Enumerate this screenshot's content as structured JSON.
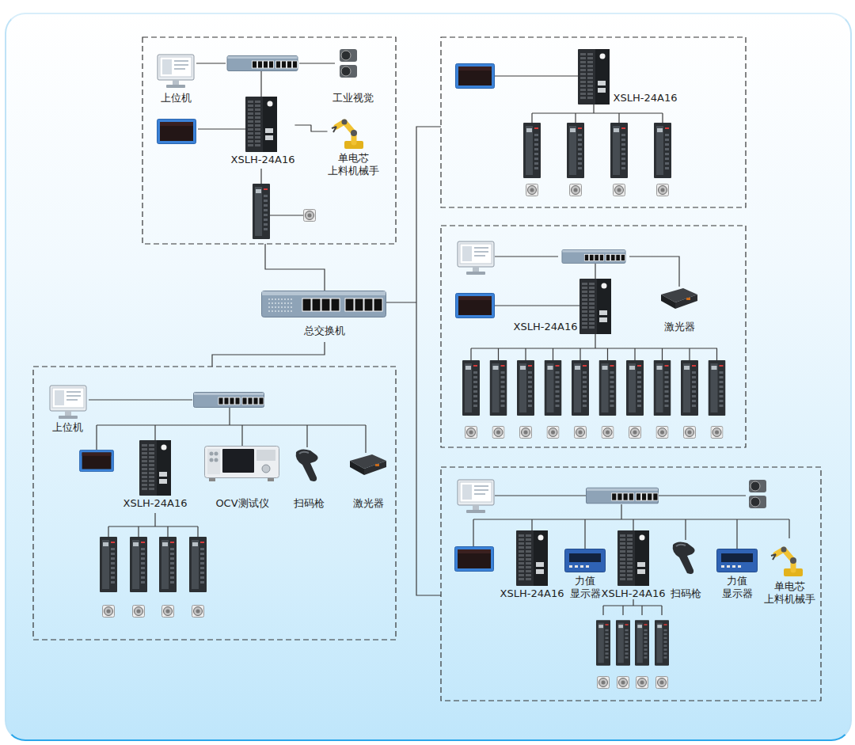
{
  "diagram": {
    "nodes": [
      {
        "text": [
          "上位机"
        ]
      },
      {
        "text": [
          "工业视觉"
        ]
      },
      {
        "text": [
          "XSLH-24A16"
        ]
      },
      {
        "text": [
          "单电芯 上料机械手"
        ]
      },
      {
        "text": [
          "总交换机"
        ]
      },
      {
        "text": [
          "XSLH-24A16"
        ]
      },
      {
        "text": [
          "XSLH-24A16"
        ]
      },
      {
        "text": [
          "激光器"
        ]
      },
      {
        "text": [
          "上位机"
        ]
      },
      {
        "text": [
          "XSLH-24A16"
        ]
      },
      {
        "text": [
          "OCV测试仪"
        ]
      },
      {
        "text": [
          "扫码枪"
        ]
      },
      {
        "text": [
          "激光器"
        ]
      },
      {
        "text": [
          "XSLH-24A16"
        ]
      },
      {
        "text": [
          "力值 显示器"
        ]
      },
      {
        "text": [
          "XSLH-24A16"
        ]
      },
      {
        "text": [
          "扫码枪"
        ]
      },
      {
        "text": [
          "力值 显示器"
        ]
      },
      {
        "text": [
          "单电芯 上料机械手"
        ]
      }
    ],
    "edges": [
      {
        "from": 2,
        "to": 3,
        "arrow": "none"
      }
    ]
  }
}
